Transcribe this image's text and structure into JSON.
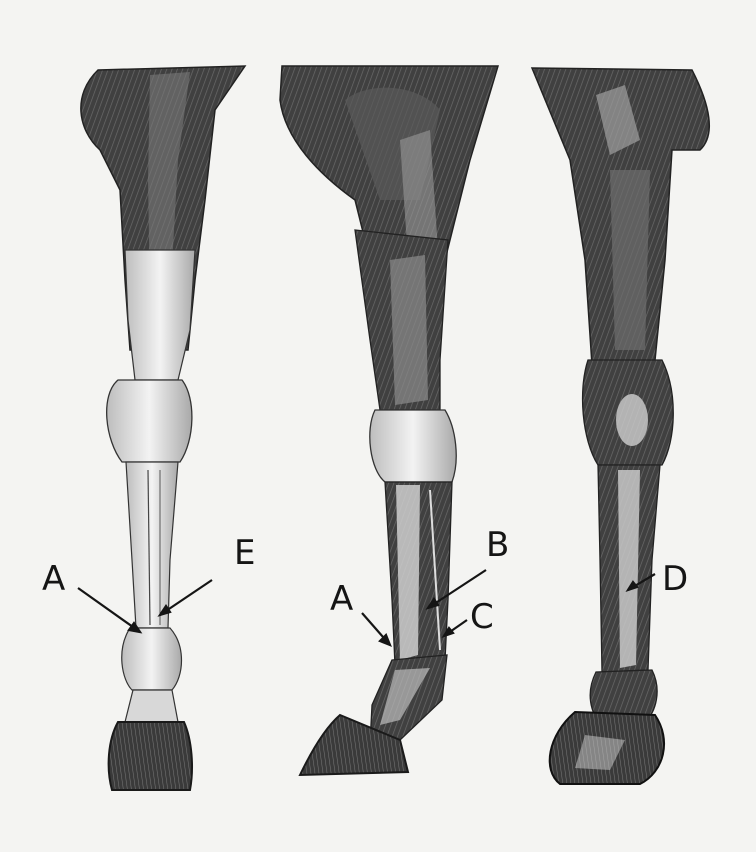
{
  "figure": {
    "background": "#f4f4f2",
    "ink": "#1a1a1a",
    "panels": [
      {
        "view": "front",
        "callouts": [
          {
            "key": "A",
            "text": "A"
          },
          {
            "key": "E",
            "text": "E"
          }
        ]
      },
      {
        "view": "side",
        "callouts": [
          {
            "key": "A",
            "text": "A"
          },
          {
            "key": "B",
            "text": "B"
          },
          {
            "key": "C",
            "text": "C"
          }
        ]
      },
      {
        "view": "rear",
        "callouts": [
          {
            "key": "D",
            "text": "D"
          }
        ]
      }
    ]
  }
}
